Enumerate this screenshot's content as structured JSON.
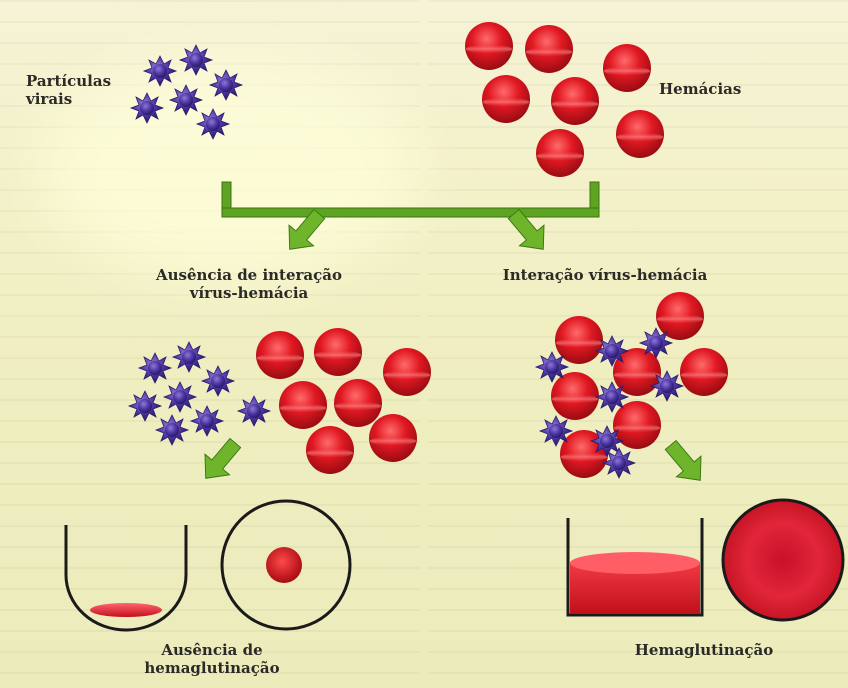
{
  "labels": {
    "viral_particles": "Partículas\nvirais",
    "red_cells": "Hemácias",
    "no_interaction": "Ausência de interação\nvírus-hemácia",
    "interaction": "Interação vírus-hemácia",
    "no_hemagglutination": "Ausência de\nhemaglutinação",
    "hemagglutination": "Hemaglutinação"
  },
  "colors": {
    "virus": "#3d2a8a",
    "rbc": "#d8141f",
    "arrow": "#6fb52c",
    "bracket": "#4f9a1f",
    "outline": "#1a1a1a"
  }
}
